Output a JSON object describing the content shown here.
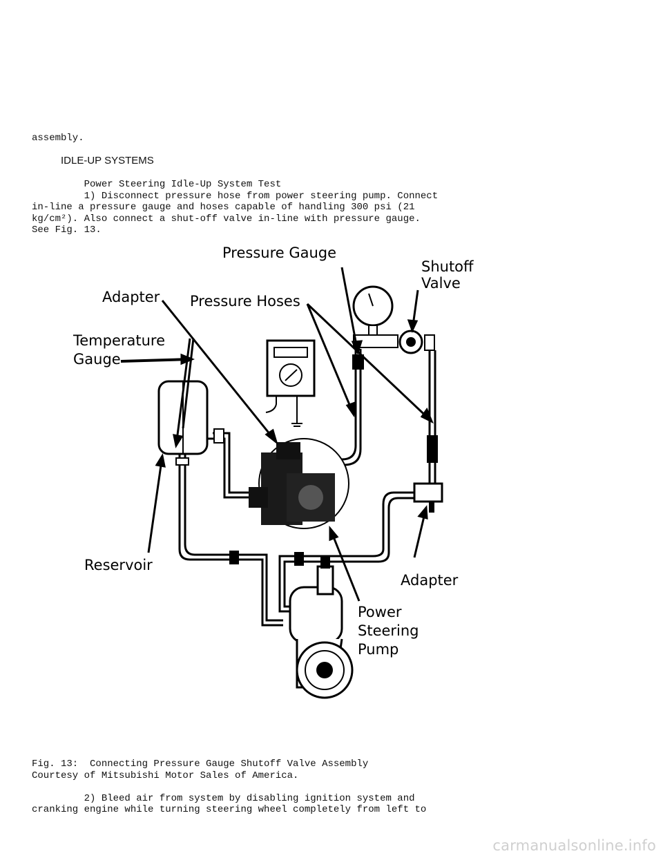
{
  "text": {
    "top_fragment": "assembly.",
    "section_heading": "IDLE-UP SYSTEMS",
    "procedure_title": "         Power Steering Idle-Up System Test",
    "step1_lines": [
      "         1) Disconnect pressure hose from power steering pump. Connect",
      "in-line a pressure gauge and hoses capable of handling 300 psi (21",
      "kg/cm²). Also connect a shut-off valve in-line with pressure gauge.",
      "See Fig. 13."
    ],
    "figure_caption": "Fig. 13:  Connecting Pressure Gauge Shutoff Valve Assembly",
    "figure_credit": "Courtesy of Mitsubishi Motor Sales of America.",
    "step2_lines": [
      "         2) Bleed air from system by disabling ignition system and",
      "cranking engine while turning steering wheel completely from left to"
    ]
  },
  "figure": {
    "labels": {
      "pressure_gauge": "Pressure Gauge",
      "shutoff_line1": "Shutoff",
      "shutoff_line2": "Valve",
      "adapter_top": "Adapter",
      "pressure_hoses": "Pressure Hoses",
      "temperature_line1": "Temperature",
      "temperature_line2": "Gauge",
      "reservoir": "Reservoir",
      "adapter_right": "Adapter",
      "pump_line1": "Power",
      "pump_line2": "Steering",
      "pump_line3": "Pump"
    }
  },
  "watermark": "carmanualsonline.info"
}
